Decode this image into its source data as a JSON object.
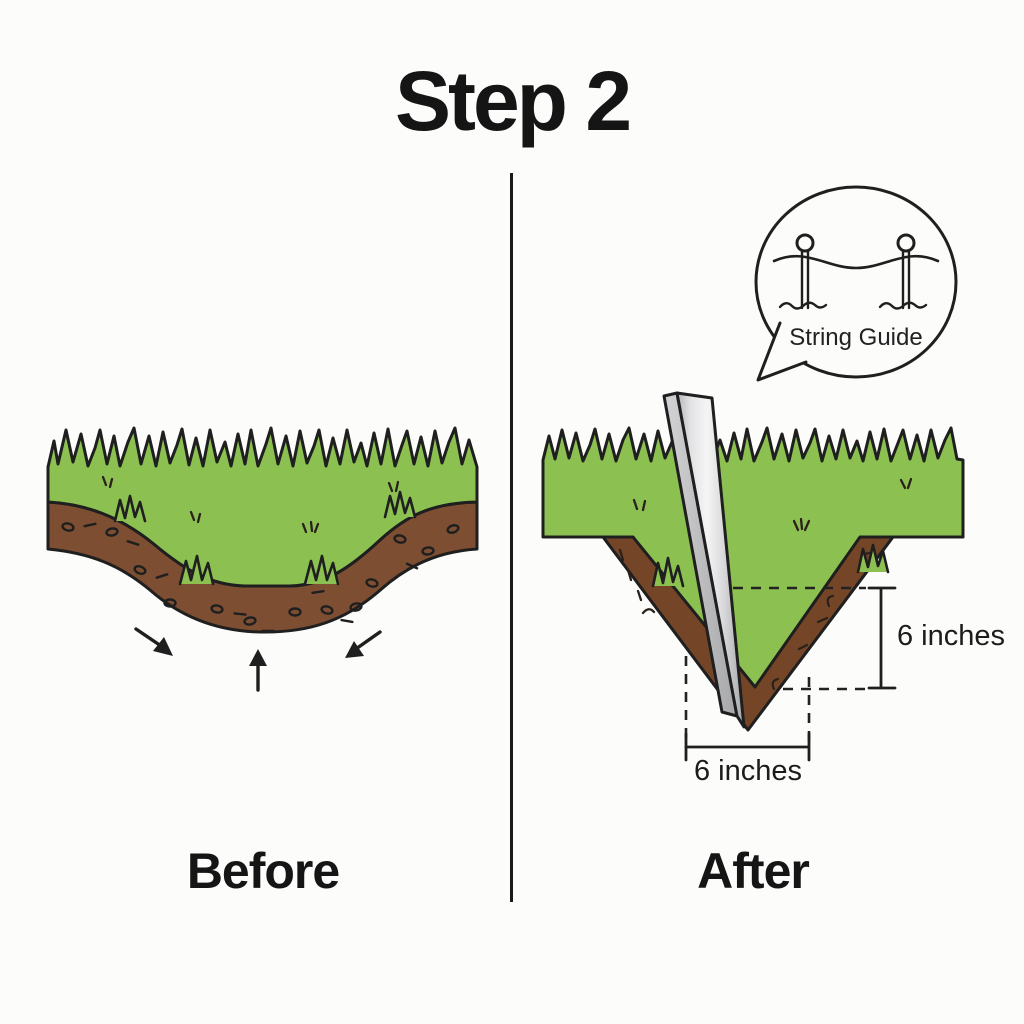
{
  "title": "Step 2",
  "panels": {
    "before": {
      "label": "Before"
    },
    "after": {
      "label": "After"
    }
  },
  "callout": {
    "label": "String Guide",
    "icon": "string-guide-stakes-icon"
  },
  "measurements": {
    "depth": "6 inches",
    "width": "6 inches"
  },
  "colors": {
    "background": "#fcfcfb",
    "outline": "#1f1f1f",
    "grass_green": "#8cc152",
    "soil_brown_before": "#7d4e31",
    "soil_brown_after": "#744627",
    "blade_gray_light": "#f5f5f6",
    "blade_gray_dark": "#a6a7aa"
  }
}
